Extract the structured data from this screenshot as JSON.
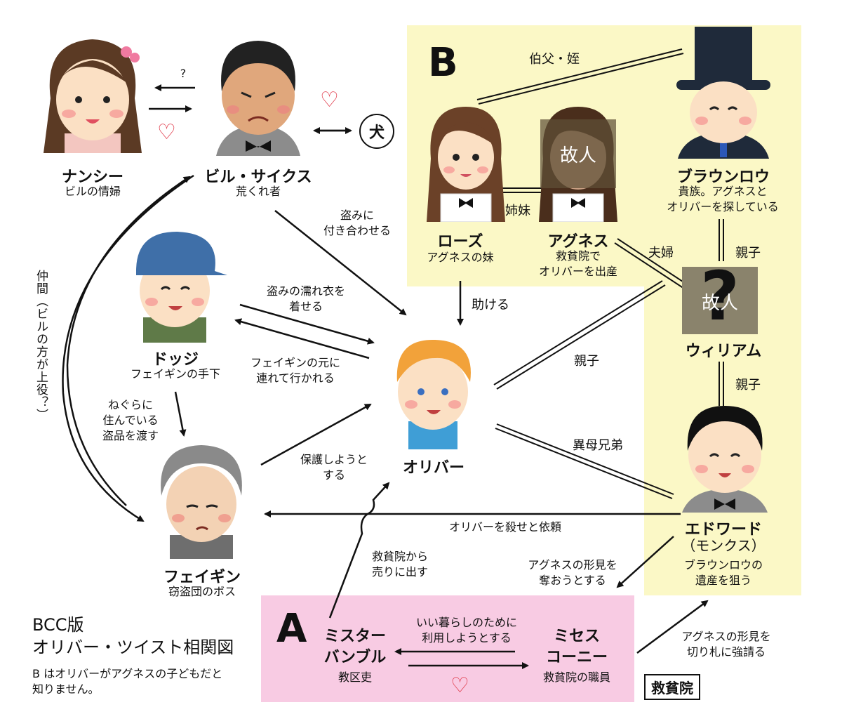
{
  "zones": {
    "B_label": "B",
    "A_label": "A",
    "poorhouse_label": "救貧院"
  },
  "characters": {
    "nancy": {
      "name": "ナンシー",
      "desc": "ビルの情婦"
    },
    "bill": {
      "name": "ビル・サイクス",
      "desc": "荒くれ者"
    },
    "dodger": {
      "name": "ドッジ",
      "desc": "フェイギンの手下"
    },
    "fagin": {
      "name": "フェイギン",
      "desc": "窃盗団のボス"
    },
    "oliver": {
      "name": "オリバー"
    },
    "rose": {
      "name": "ローズ",
      "desc": "アグネスの妹"
    },
    "agnes": {
      "name": "アグネス",
      "desc_1": "救貧院で",
      "desc_2": "オリバーを出産",
      "deceased": "故人"
    },
    "brownlow": {
      "name": "ブラウンロウ",
      "desc_1": "貴族。アグネスと",
      "desc_2": "オリバーを探している"
    },
    "william": {
      "name": "ウィリアム",
      "deceased": "故人",
      "mystery": "?"
    },
    "edward": {
      "name": "エドワード",
      "alias": "（モンクス）",
      "desc_1": "ブラウンロウの",
      "desc_2": "遺産を狙う"
    },
    "bumble": {
      "name_1": "ミスター",
      "name_2": "バンブル",
      "desc": "教区吏"
    },
    "corney": {
      "name_1": "ミセス",
      "name_2": "コーニー",
      "desc": "救貧院の職員"
    },
    "dog": {
      "name": "犬"
    }
  },
  "relations": {
    "nancy_bill_question": "?",
    "uncle_niece": "伯父・姪",
    "sisters": "姉妹",
    "couple": "夫婦",
    "parent_child_1": "親子",
    "parent_child_2": "親子",
    "parent_child_3": "親子",
    "half_brothers": "異母兄弟",
    "steal_1": "盗みに",
    "steal_2": "付き合わせる",
    "help": "助ける",
    "frame_1": "盗みの濡れ衣を",
    "frame_2": "着せる",
    "taken_1": "フェイギンの元に",
    "taken_2": "連れて行かれる",
    "den_1": "ねぐらに",
    "den_2": "住んでいる",
    "den_3": "盗品を渡す",
    "protect_1": "保護しようと",
    "protect_2": "する",
    "kill_request": "オリバーを殺せと依頼",
    "sell_1": "救貧院から",
    "sell_2": "売りに出す",
    "steal_keepsake_1": "アグネスの形見を",
    "steal_keepsake_2": "奪おうとする",
    "extort_1": "アグネスの形見を",
    "extort_2": "切り札に強請る",
    "use_1": "いい暮らしのために",
    "use_2": "利用しようとする",
    "comrade": "仲間（ビルの方が上役？）",
    "heart": "♡"
  },
  "footer": {
    "title_1": "BCC版",
    "title_2": "オリバー・ツイスト相関図",
    "note_1": "B はオリバーがアグネスの子どもだと",
    "note_2": "知りません。"
  },
  "colors": {
    "zone_b": "#fbf8c6",
    "zone_a": "#f8cbe3",
    "heart": "#e03a4a"
  }
}
